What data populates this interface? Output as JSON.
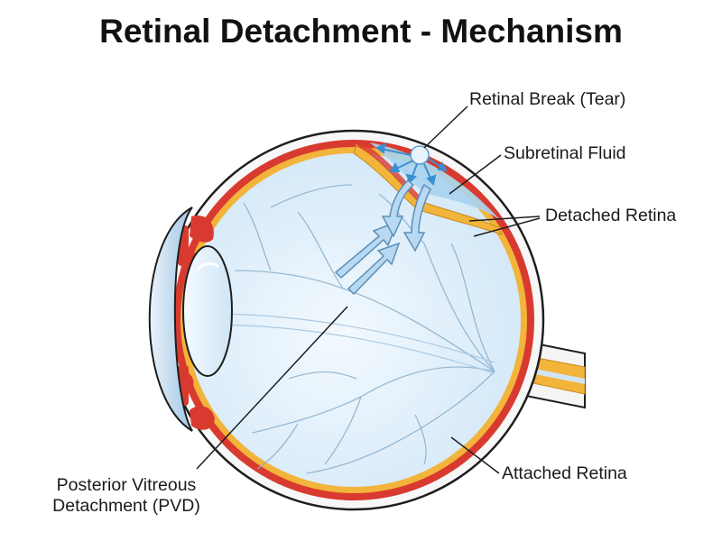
{
  "title": "Retinal Detachment - Mechanism",
  "labels": {
    "retinal_break": "Retinal Break (Tear)",
    "subretinal_fluid": "Subretinal Fluid",
    "detached_retina": "Detached Retina",
    "attached_retina": "Attached Retina",
    "pvd_line1": "Posterior Vitreous",
    "pvd_line2": "Detachment (PVD)"
  },
  "colors": {
    "sclera_outline": "#1e1e1e",
    "choroid": "#d93a2f",
    "retina": "#f2b43a",
    "vitreous": "#e3f1fb",
    "subretinal_fluid": "#a9d3ef",
    "arrow": "#9cc9ea",
    "flow_arrow": "#3a8fd0"
  }
}
